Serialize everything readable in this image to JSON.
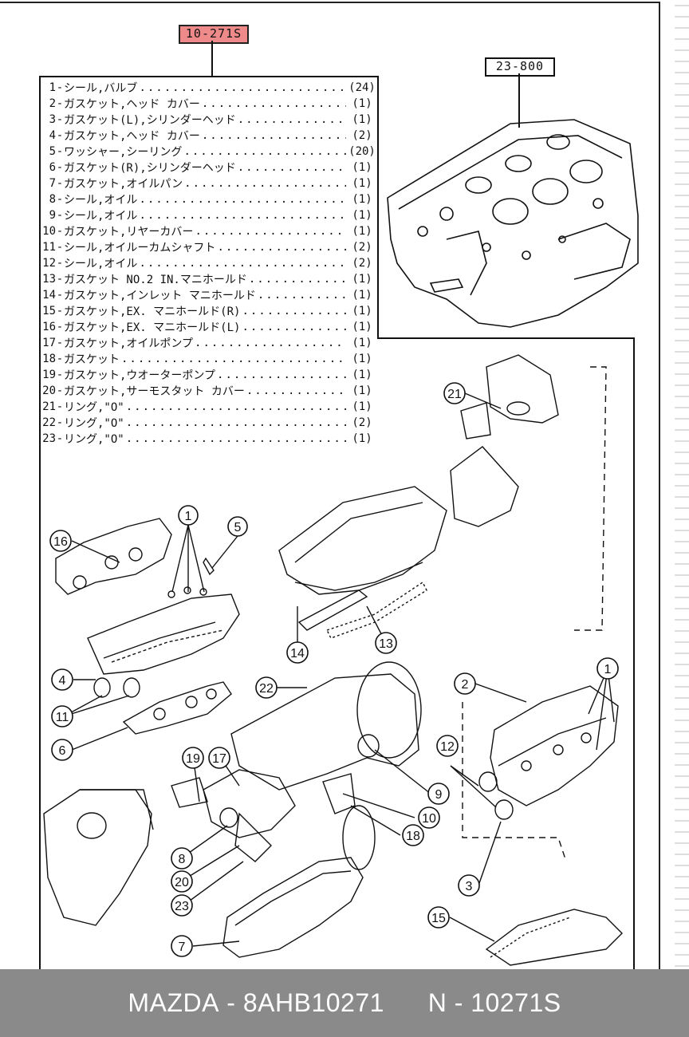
{
  "header": {
    "main_ref": "10-271S",
    "block_ref": "23-800"
  },
  "parts": [
    {
      "no": "1",
      "name": "シール,バルブ",
      "qty": "(24)"
    },
    {
      "no": "2",
      "name": "ガスケット,ヘッド カバー",
      "qty": "(1)"
    },
    {
      "no": "3",
      "name": "ガスケット(L),シリンダーヘッド",
      "qty": "(1)"
    },
    {
      "no": "4",
      "name": "ガスケット,ヘッド カバー",
      "qty": "(2)"
    },
    {
      "no": "5",
      "name": "ワッシャー,シーリング",
      "qty": "(20)"
    },
    {
      "no": "6",
      "name": "ガスケット(R),シリンダーヘッド",
      "qty": "(1)"
    },
    {
      "no": "7",
      "name": "ガスケット,オイルパン",
      "qty": "(1)"
    },
    {
      "no": "8",
      "name": "シール,オイル",
      "qty": "(1)"
    },
    {
      "no": "9",
      "name": "シール,オイル",
      "qty": "(1)"
    },
    {
      "no": "10",
      "name": "ガスケット,リヤーカバー",
      "qty": "(1)"
    },
    {
      "no": "11",
      "name": "シール,オイルーカムシャフト",
      "qty": "(2)"
    },
    {
      "no": "12",
      "name": "シール,オイル",
      "qty": "(2)"
    },
    {
      "no": "13",
      "name": "ガスケット NO.2 IN.マニホールド",
      "qty": "(1)"
    },
    {
      "no": "14",
      "name": "ガスケット,インレット マニホールド",
      "qty": "(1)"
    },
    {
      "no": "15",
      "name": "ガスケット,EX. マニホールド(R)",
      "qty": "(1)"
    },
    {
      "no": "16",
      "name": "ガスケット,EX. マニホールド(L)",
      "qty": "(1)"
    },
    {
      "no": "17",
      "name": "ガスケット,オイルポンプ",
      "qty": "(1)"
    },
    {
      "no": "18",
      "name": "ガスケット",
      "qty": "(1)"
    },
    {
      "no": "19",
      "name": "ガスケット,ウオーターポンプ",
      "qty": "(1)"
    },
    {
      "no": "20",
      "name": "ガスケット,サーモスタット カバー",
      "qty": "(1)"
    },
    {
      "no": "21",
      "name": "リング,\"O\"",
      "qty": "(1)"
    },
    {
      "no": "22",
      "name": "リング,\"O\"",
      "qty": "(2)"
    },
    {
      "no": "23",
      "name": "リング,\"O\"",
      "qty": "(1)"
    }
  ],
  "callouts": [
    "1",
    "1",
    "2",
    "3",
    "4",
    "5",
    "6",
    "7",
    "8",
    "9",
    "10",
    "11",
    "12",
    "13",
    "14",
    "15",
    "16",
    "17",
    "18",
    "19",
    "20",
    "21",
    "22",
    "23"
  ],
  "footer": {
    "brand": "MAZDA",
    "sep": "-",
    "part_no": "8AHB10271",
    "n_label": "N",
    "n_no": "10271S"
  }
}
